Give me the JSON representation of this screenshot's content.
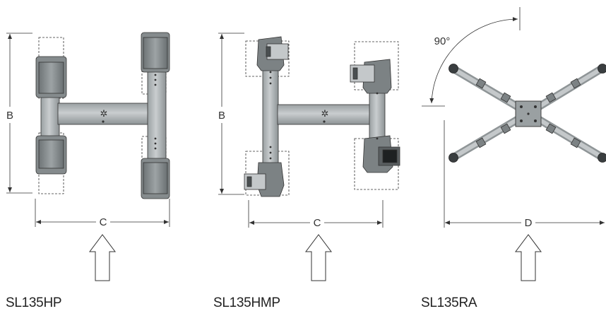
{
  "figures": [
    {
      "caption": "SL135HP",
      "dims": {
        "height": "B",
        "width": "C"
      }
    },
    {
      "caption": "SL135HMP",
      "dims": {
        "height": "B",
        "width": "C"
      }
    },
    {
      "caption": "SL135RA",
      "dims": {
        "angle": "90°",
        "width": "D"
      }
    }
  ],
  "colors": {
    "metal_light": "#bfc4c6",
    "metal_dark": "#7f8587",
    "outline": "#333333"
  }
}
